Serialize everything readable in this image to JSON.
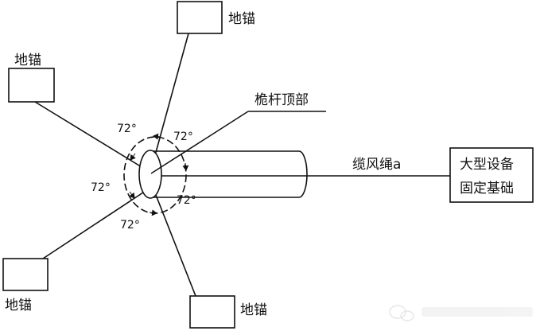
{
  "labels": {
    "anchor": "地锚",
    "mast_top": "桅杆顶部",
    "guy_rope": "缆风绳a",
    "equipment_line1": "大型设备",
    "equipment_line2": "固定基础",
    "angle": "72°"
  },
  "colors": {
    "line": "#111111",
    "background": "#ffffff",
    "watermark": "#d6d6d6"
  }
}
